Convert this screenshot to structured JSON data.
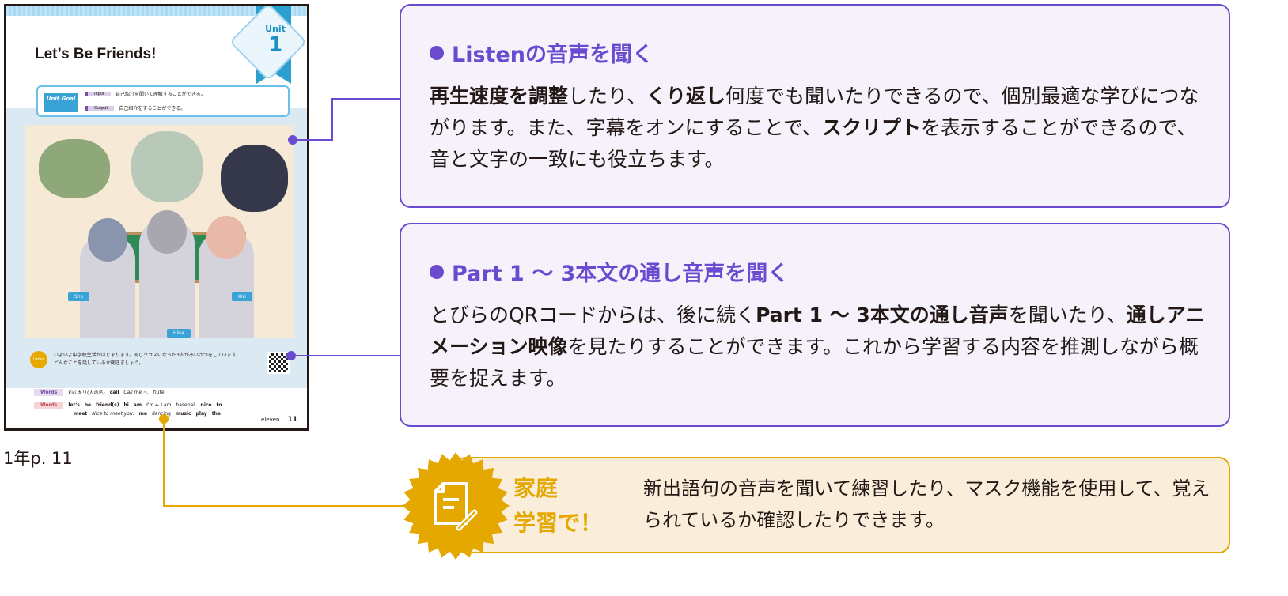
{
  "textbook_page": {
    "title": "Let’s Be Friends!",
    "unit_label": "Unit",
    "unit_number": "1",
    "goal_flag": "Unit Goal",
    "goals": [
      {
        "tag": "Input",
        "text": "自己紹介を聞いて理解することができる。"
      },
      {
        "tag": "Output",
        "text": "自己紹介をすることができる。"
      }
    ],
    "names": [
      "Sho",
      "Hina",
      "Kiri"
    ],
    "listen_label": "Listen",
    "listen_text": [
      "いよいよ中学校生活がはじまります。同じクラスになった3人があいさつをしています。",
      "どんなことを話しているか聞きましょう。"
    ],
    "words_label": "Words",
    "new_words_label": "Words",
    "words_row1": [
      "Kiri キリ(人の名)",
      "call",
      "Call me ~.",
      "flute"
    ],
    "words_row2": [
      "let's",
      "be",
      "friend(s)",
      "hi",
      "am",
      "I'm ← I am",
      "baseball",
      "nice",
      "to"
    ],
    "words_row3": [
      "meet",
      "Nice to meet you.",
      "me",
      "dancing",
      "music",
      "play",
      "the"
    ],
    "page_word": "eleven",
    "page_number": "11"
  },
  "caption": "1年p. 11",
  "callouts": [
    {
      "heading": "Listenの音声を聞く",
      "segments": [
        {
          "t": "再生速度を調整",
          "b": true
        },
        {
          "t": "したり、",
          "b": false
        },
        {
          "t": "くり返し",
          "b": true
        },
        {
          "t": "何度でも聞いたりできるので、個別最適な学びにつながります。また、字幕をオンにすることで、",
          "b": false
        },
        {
          "t": "スクリプト",
          "b": true
        },
        {
          "t": "を表示することができるので、音と文字の一致にも役立ちます。",
          "b": false
        }
      ]
    },
    {
      "heading": "Part 1 ～ 3本文の通し音声を聞く",
      "segments": [
        {
          "t": "とびらのQRコードからは、後に続く",
          "b": false
        },
        {
          "t": "Part 1 ～ 3本文の通し音声",
          "b": true
        },
        {
          "t": "を聞いたり、",
          "b": false
        },
        {
          "t": "通しアニメーション映像",
          "b": true
        },
        {
          "t": "を見たりすることができます。これから学習する内容を推測しながら概要を捉えます。",
          "b": false
        }
      ]
    }
  ],
  "home": {
    "title_line1": "家庭",
    "title_line2": "学習で！",
    "text": "新出語句の音声を聞いて練習したり、マスク機能を使用して、覚えられているか確認したりできます。",
    "icon": "document-pencil-icon"
  },
  "colors": {
    "purple": "#6a4bcf",
    "purple_bg": "#f5f2fb",
    "gold": "#e4a800",
    "gold_bg": "#faeedb"
  }
}
